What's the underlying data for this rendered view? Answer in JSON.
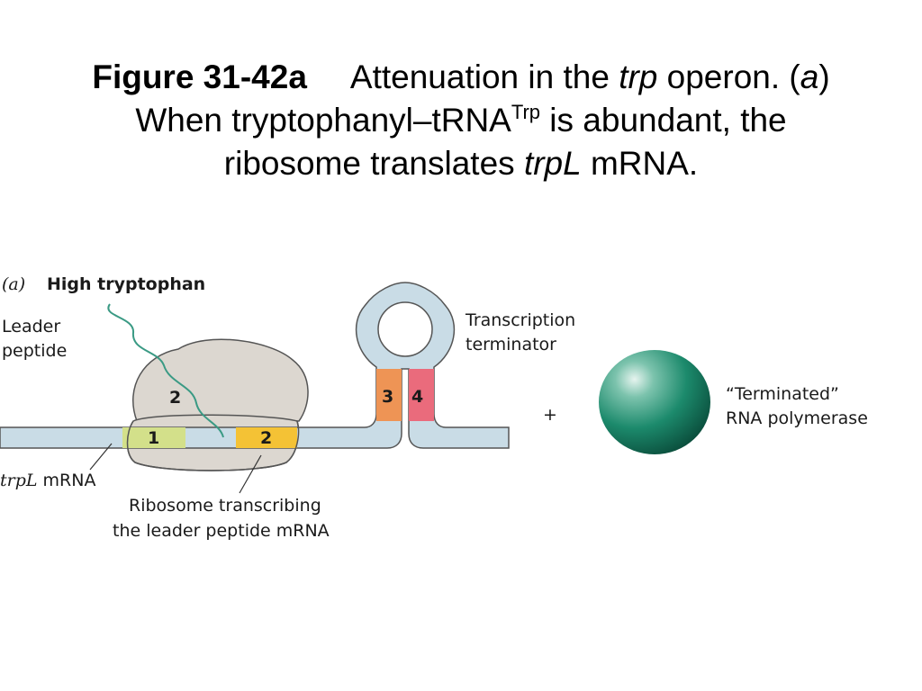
{
  "caption": {
    "figure_label": "Figure 31-42a",
    "title_pre": "Attenuation in the ",
    "title_ital1": "trp",
    "title_mid": " operon. (",
    "title_ital2": "a",
    "title_post": ")",
    "line2_pre": "When tryptophanyl–tRNA",
    "line2_sup": "Trp",
    "line2_post": " is abundant, the",
    "line3_pre": "ribosome translates ",
    "line3_ital": "trpL",
    "line3_post": " mRNA."
  },
  "diagram": {
    "panel_label": "(a)",
    "condition": "High tryptophan",
    "leader_peptide_line1": "Leader",
    "leader_peptide_line2": "peptide",
    "terminator_line1": "Transcription",
    "terminator_line2": "terminator",
    "polymerase_line1": "“Terminated”",
    "polymerase_line2": "RNA polymerase",
    "plus": "+",
    "mrna_label_ital": "trpL",
    "mrna_label_rest": " mRNA",
    "ribosome_line1": "Ribosome transcribing",
    "ribosome_line2": "the leader peptide mRNA",
    "segments": {
      "seg1": "1",
      "seg2": "2",
      "seg3": "3",
      "seg4": "4",
      "ribosome_seg2": "2"
    }
  },
  "colors": {
    "mrna": "#c9dce6",
    "mrna_outline": "#555555",
    "ribosome": "#dcd7d0",
    "segment1": "#d3e08a",
    "segment2": "#f4c235",
    "segment3": "#ee9455",
    "segment4": "#ea6b7c",
    "polymerase": "#1c8a6c",
    "peptide": "#3a9a84"
  }
}
